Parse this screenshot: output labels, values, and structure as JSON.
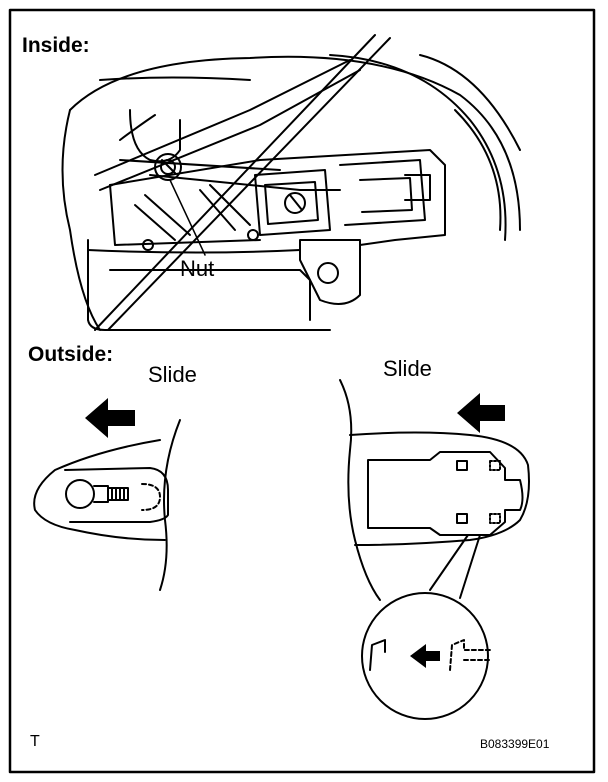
{
  "labels": {
    "inside": "Inside:",
    "outside": "Outside:",
    "nut": "Nut",
    "slide_left": "Slide",
    "slide_right": "Slide",
    "corner_mark": "T",
    "figure_code": "B083399E01"
  },
  "colors": {
    "line": "#000000",
    "background": "#ffffff"
  }
}
